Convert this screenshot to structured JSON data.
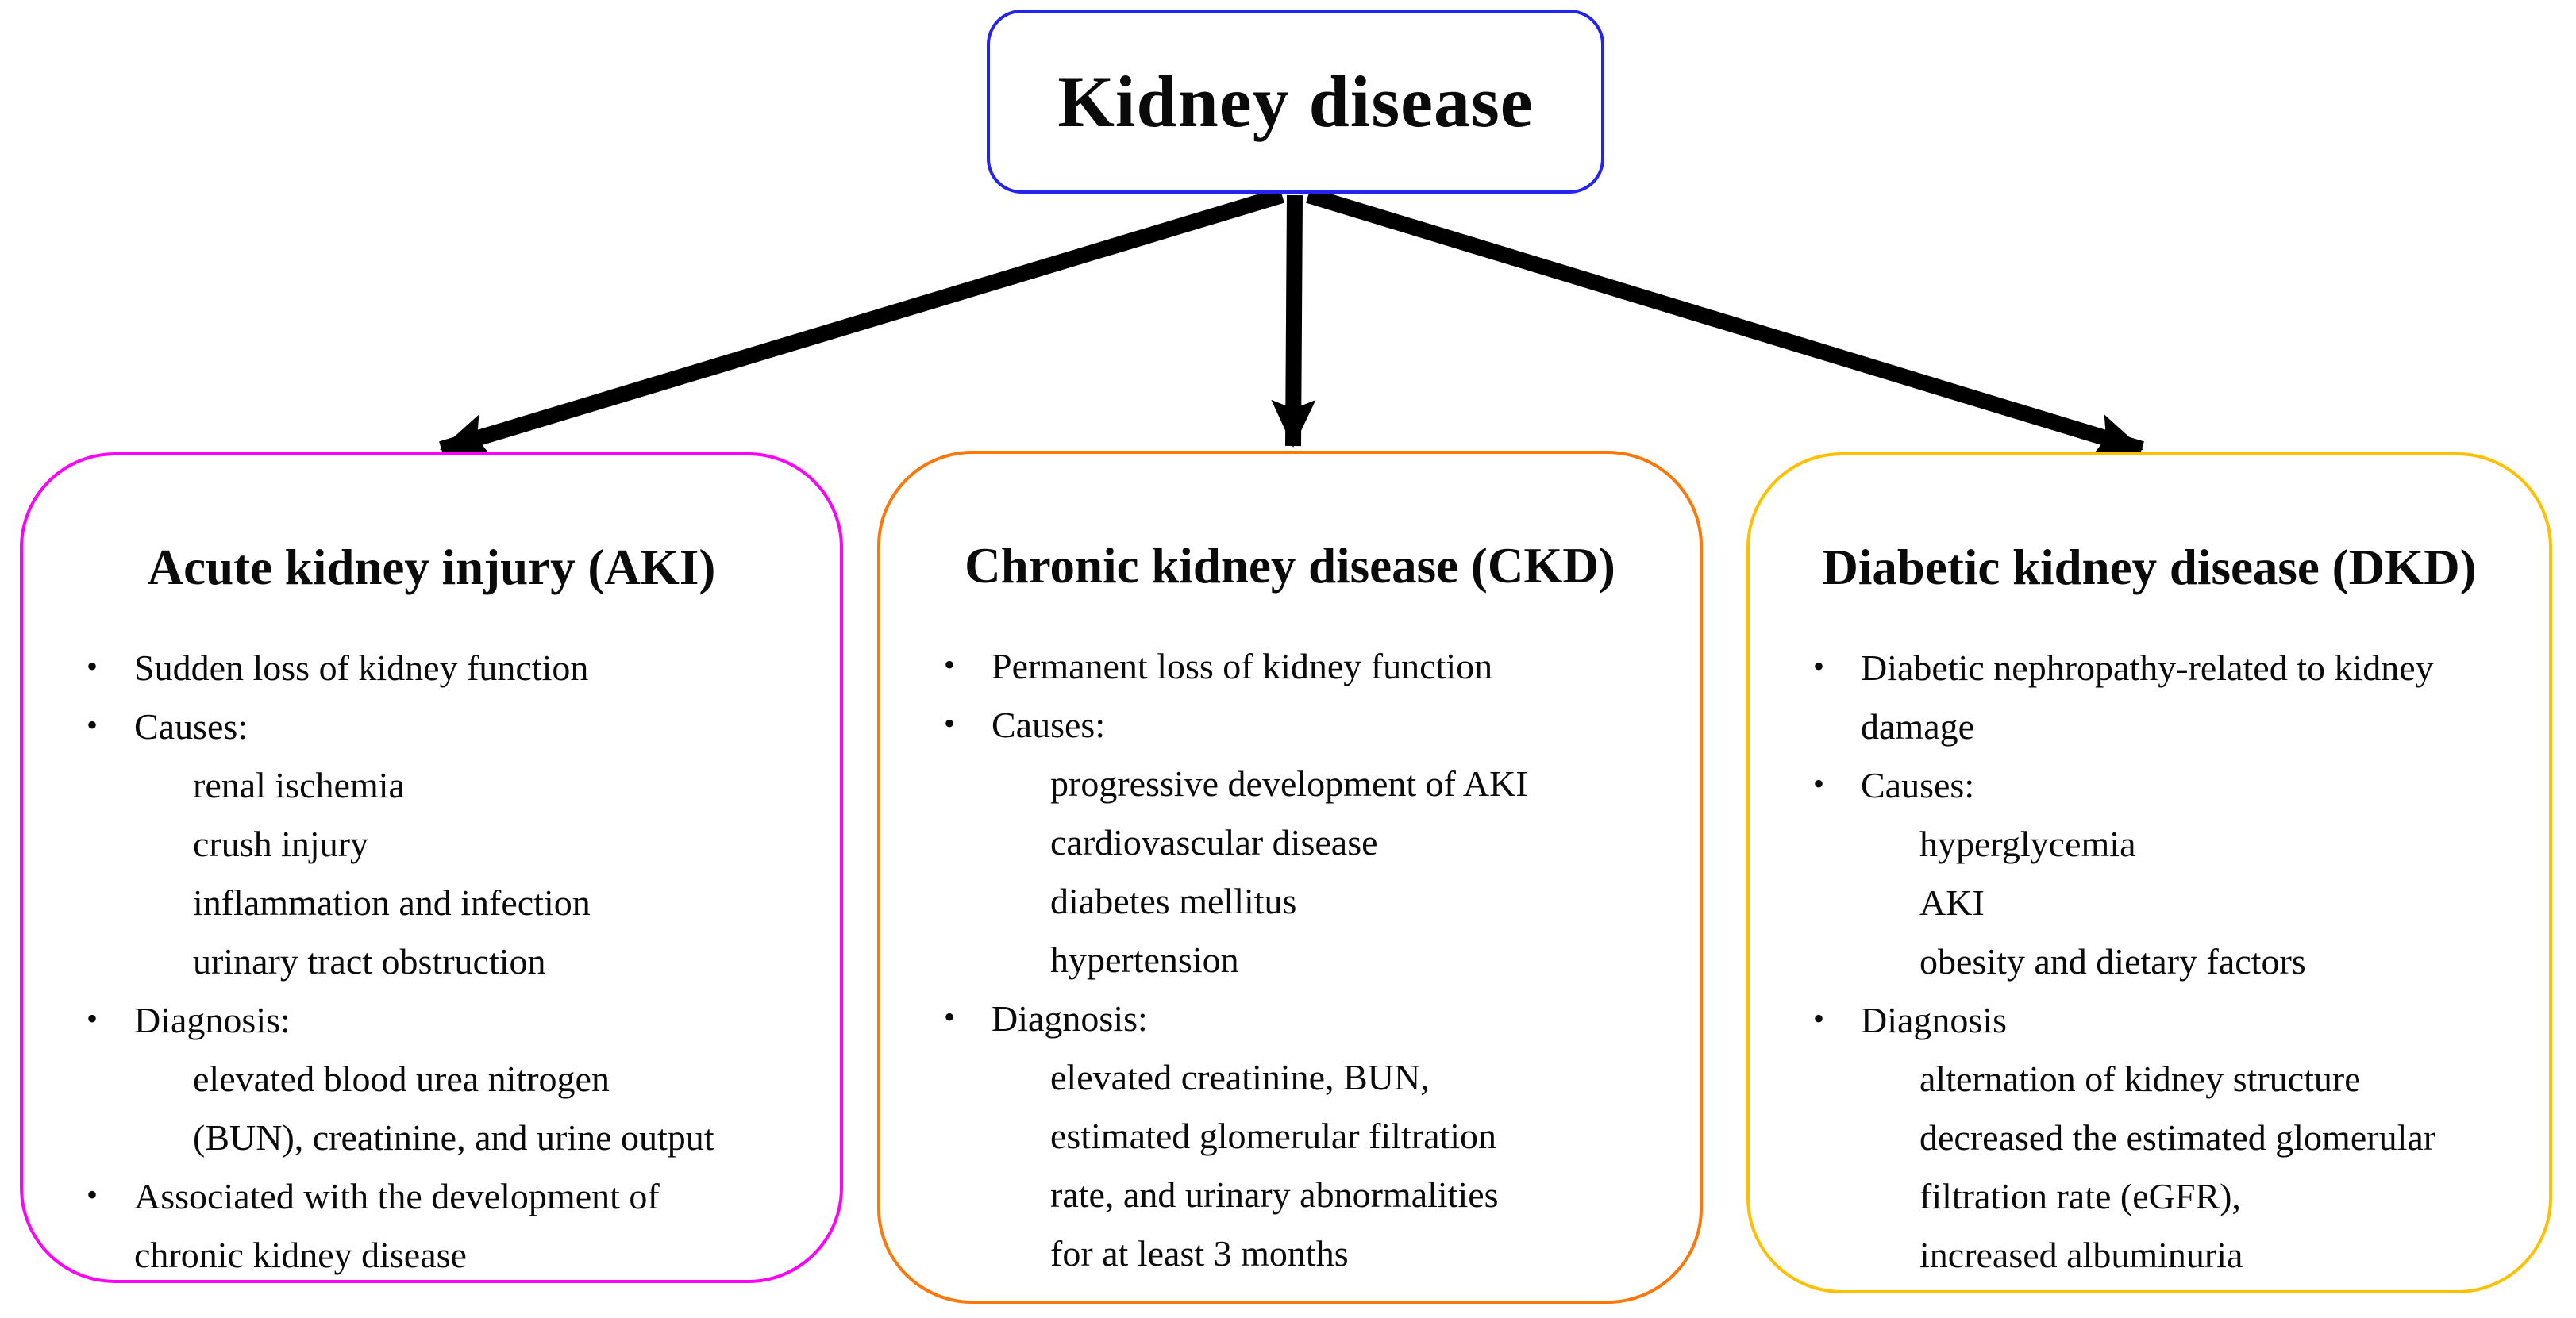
{
  "diagram": {
    "bullet_glyph": "•",
    "arrow_color": "#000000",
    "root": {
      "title": "Kidney disease",
      "border_color": "#2424f0"
    },
    "branches": [
      {
        "title": "Acute kidney injury (AKI)",
        "border_color": "#ff00ff",
        "items": [
          {
            "level": "bullet",
            "text": "Sudden loss of kidney function"
          },
          {
            "level": "bullet",
            "text": "Causes:"
          },
          {
            "level": "sub",
            "text": "renal ischemia"
          },
          {
            "level": "sub",
            "text": "crush injury"
          },
          {
            "level": "sub",
            "text": "inflammation and infection"
          },
          {
            "level": "sub",
            "text": "urinary tract obstruction"
          },
          {
            "level": "bullet",
            "text": "Diagnosis:"
          },
          {
            "level": "sub",
            "text": "elevated blood urea nitrogen"
          },
          {
            "level": "sub",
            "text": "(BUN), creatinine, and urine output"
          },
          {
            "level": "bullet",
            "text": "Associated with the development of"
          },
          {
            "level": "cont",
            "text": "chronic kidney disease"
          }
        ]
      },
      {
        "title": "Chronic kidney disease (CKD)",
        "border_color": "#ff7708",
        "items": [
          {
            "level": "bullet",
            "text": "Permanent loss of kidney function"
          },
          {
            "level": "bullet",
            "text": "Causes:"
          },
          {
            "level": "sub",
            "text": "progressive development of AKI"
          },
          {
            "level": "sub",
            "text": "cardiovascular disease"
          },
          {
            "level": "sub",
            "text": "diabetes mellitus"
          },
          {
            "level": "sub",
            "text": "hypertension"
          },
          {
            "level": "bullet",
            "text": "Diagnosis:"
          },
          {
            "level": "sub",
            "text": "elevated creatinine, BUN,"
          },
          {
            "level": "sub",
            "text": "estimated glomerular filtration"
          },
          {
            "level": "sub",
            "text": "rate, and urinary abnormalities"
          },
          {
            "level": "sub",
            "text": "for at least 3 months"
          }
        ]
      },
      {
        "title": "Diabetic kidney disease (DKD)",
        "border_color": "#ffc000",
        "items": [
          {
            "level": "bullet",
            "text": "Diabetic nephropathy-related to kidney"
          },
          {
            "level": "cont",
            "text": "damage"
          },
          {
            "level": "bullet",
            "text": "Causes:"
          },
          {
            "level": "sub",
            "text": "hyperglycemia"
          },
          {
            "level": "sub",
            "text": "AKI"
          },
          {
            "level": "sub",
            "text": "obesity and dietary factors"
          },
          {
            "level": "bullet",
            "text": "Diagnosis"
          },
          {
            "level": "sub",
            "text": "alternation of kidney structure"
          },
          {
            "level": "sub",
            "text": "decreased the estimated glomerular"
          },
          {
            "level": "sub",
            "text": "filtration rate (eGFR),"
          },
          {
            "level": "sub",
            "text": "increased albuminuria"
          }
        ]
      }
    ]
  }
}
